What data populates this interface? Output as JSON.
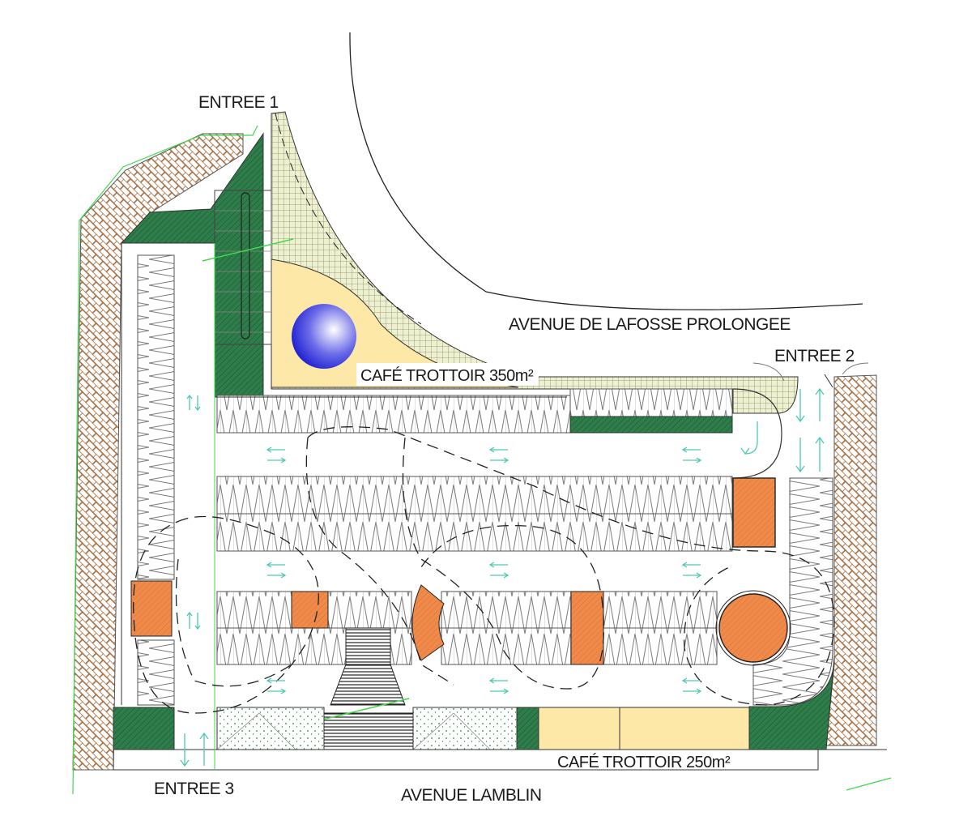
{
  "labels": {
    "entree1": "ENTREE 1",
    "entree2": "ENTREE 2",
    "entree3": "ENTREE 3",
    "avenue_lafosse": "AVENUE DE LAFOSSE PROLONGEE",
    "avenue_lamblin": "AVENUE LAMBLIN",
    "cafe_trottoir_350": "CAFÉ TROTTOIR 350m²",
    "cafe_trottoir_250": "CAFÉ TROTTOIR 250m²"
  },
  "colors": {
    "green_hatch": "#2e7d4a",
    "brown_brick": "#a0693c",
    "orange": "#f08a4b",
    "cafe_yellow": "#fde8a8",
    "arrow_teal": "#4fc9b4",
    "boundary_green": "#3fd94a",
    "parking_line": "#7a7a7a",
    "blue_circle": "#2b2bd6"
  },
  "icons": [
    "one-way-arrow-icon",
    "turn-arrow-icon"
  ]
}
